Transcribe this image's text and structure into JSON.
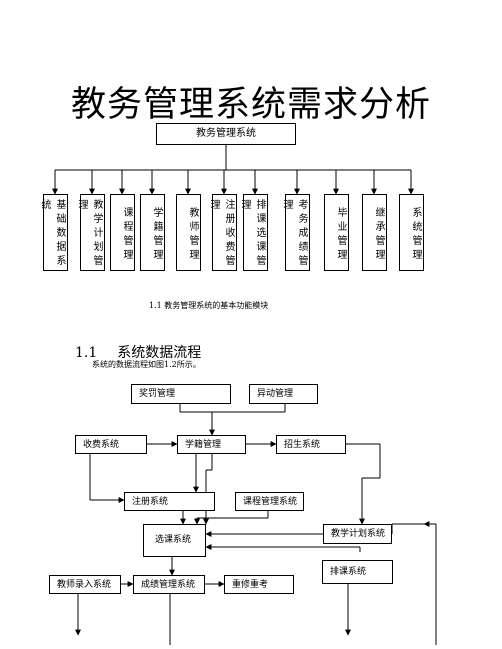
{
  "title": "教务管理系统需求分析",
  "root_module": "教务管理系统",
  "modules": [
    "基础数据系统",
    "教学计划管理",
    "课程管理",
    "学籍管理",
    "教师管理",
    "注册收费管理",
    "排课选课管理",
    "考务成绩管理",
    "毕业管理",
    "继承管理",
    "系统管理"
  ],
  "figure_caption": "1.1      教务管理系统的基本功能模块",
  "section": {
    "number": "1.1",
    "title": "系统数据流程"
  },
  "intro_text": "系统的数据流程如图1.2所示。",
  "flow_nodes": {
    "reward": "奖罚管理",
    "change": "异动管理",
    "fee": "收费系统",
    "status": "学籍管理",
    "enroll": "招生系统",
    "register": "注册系统",
    "course": "课程管理系统",
    "plan": "教学计划系统",
    "select": "选课系统",
    "schedule": "排课系统",
    "teacher_input": "教师录入系统",
    "grade": "成绩管理系统",
    "retake": "重修重考"
  }
}
